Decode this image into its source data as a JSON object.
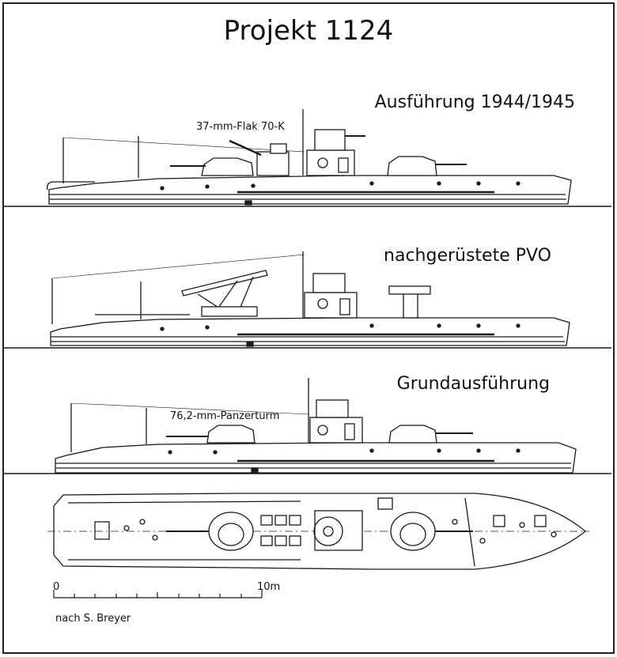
{
  "title": "Projekt 1124",
  "views": [
    {
      "name": "Ausführung 1944/1945",
      "annotation": "37-mm-Flak 70-K"
    },
    {
      "name": "nachgerüstete PVO",
      "annotation": ""
    },
    {
      "name": "Grundausführung",
      "annotation": "76,2-mm-Panzerturm"
    }
  ],
  "scale": {
    "start_label": "0",
    "end_label": "10m"
  },
  "credit": "nach S. Breyer",
  "colors": {
    "line": "#1a1a1a",
    "hull_fill": "#ffffff",
    "background": "#ffffff"
  }
}
